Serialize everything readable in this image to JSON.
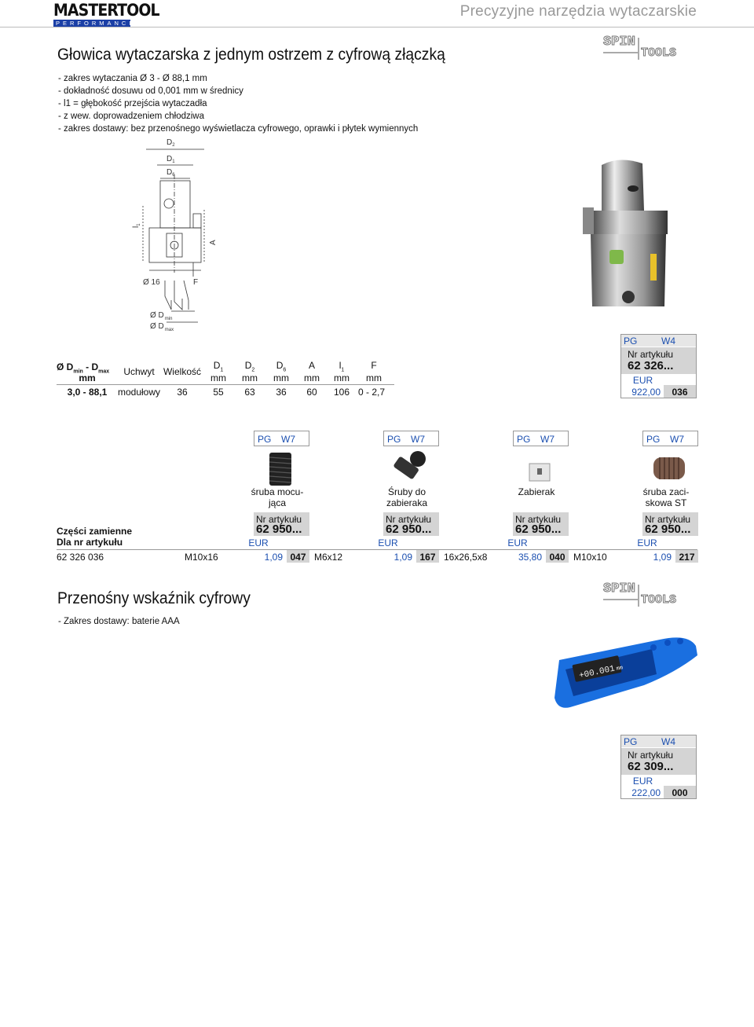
{
  "header": {
    "brand": "MASTERTOOL",
    "brand_sub": "PERFORMANCE",
    "tagline": "Precyzyjne narzędzia wytaczarskie"
  },
  "section1": {
    "title": "Głowica wytaczarska z jednym ostrzem z cyfrową złączką",
    "bullets": [
      "zakres wytaczania Ø 3 - Ø 88,1 mm",
      "dokładność dosuwu od 0,001 mm w średnicy",
      "l1 = głębokość przejścia wytaczadła",
      "z wew. doprowadzeniem chłodziwa",
      "zakres dostawy: bez przenośnego wyświetlacza cyfrowego, oprawki i płytek wymiennych"
    ],
    "drawing": {
      "d2": "D",
      "d2s": "2",
      "d1": "D",
      "d1s": "1",
      "d6": "D",
      "d6s": "6",
      "l1": "l",
      "l1s": "1",
      "a": "A",
      "o16": "Ø 16",
      "f": "F",
      "dmin": "Ø D",
      "dmins": "min",
      "dmax": "Ø D",
      "dmaxs": "max"
    }
  },
  "spec_table": {
    "headers": {
      "dmin_dmax": "Ø D",
      "min": "min",
      "sep": " - D",
      "max": "max",
      "mm": "mm",
      "uchwyt": "Uchwyt",
      "wielkosc": "Wielkość",
      "d1": "D",
      "d1s": "1",
      "d2": "D",
      "d2s": "2",
      "d6": "D",
      "d6s": "6",
      "a": "A",
      "l1": "l",
      "l1s": "1",
      "f": "F"
    },
    "units": [
      "mm",
      "mm",
      "mm",
      "mm",
      "mm",
      "mm"
    ],
    "row": [
      "3,0 - 88,1",
      "modułowy",
      "36",
      "55",
      "63",
      "36",
      "60",
      "106",
      "0 - 2,7"
    ]
  },
  "order1": {
    "pg": "PG",
    "pg_val": "W4",
    "nr_label": "Nr artykułu",
    "nr": "62 326...",
    "eur": "EUR",
    "price": "922,00",
    "suffix": "036"
  },
  "spares": {
    "label_parts": "Części zamienne",
    "label_for": "Dla nr artykułu",
    "for_article": "62 326 036",
    "items": [
      {
        "pg": "PG",
        "pg_val": "W7",
        "name1": "śruba mocu-",
        "name2": "jąca",
        "nr_label": "Nr artykułu",
        "nr": "62 950...",
        "eur": "EUR",
        "size": "M10x16",
        "price": "1,09",
        "suffix": "047"
      },
      {
        "pg": "PG",
        "pg_val": "W7",
        "name1": "Śruby do",
        "name2": "zabieraka",
        "nr_label": "Nr artykułu",
        "nr": "62 950...",
        "eur": "EUR",
        "size": "M6x12",
        "price": "1,09",
        "suffix": "167"
      },
      {
        "pg": "PG",
        "pg_val": "W7",
        "name1": "Zabierak",
        "name2": "",
        "nr_label": "Nr artykułu",
        "nr": "62 950...",
        "eur": "EUR",
        "size": "16x26,5x8",
        "price": "35,80",
        "suffix": "040"
      },
      {
        "pg": "PG",
        "pg_val": "W7",
        "name1": "śruba zaci-",
        "name2": "skowa ST",
        "nr_label": "Nr artykułu",
        "nr": "62 950...",
        "eur": "EUR",
        "size": "M10x10",
        "price": "1,09",
        "suffix": "217"
      }
    ]
  },
  "section2": {
    "title": "Przenośny wskaźnik cyfrowy",
    "bullets": [
      "Zakres dostawy: baterie AAA"
    ],
    "display": "+00.001",
    "display_unit": "mm"
  },
  "order2": {
    "pg": "PG",
    "pg_val": "W4",
    "nr_label": "Nr artykułu",
    "nr": "62 309...",
    "eur": "EUR",
    "price": "222,00",
    "suffix": "000"
  },
  "spin_logo": {
    "top": "SPIN",
    "bottom": "TOOLS"
  },
  "colors": {
    "accent": "#1b4fb0",
    "grey": "#d4d4d4",
    "indicator_blue": "#1a6fe0"
  }
}
